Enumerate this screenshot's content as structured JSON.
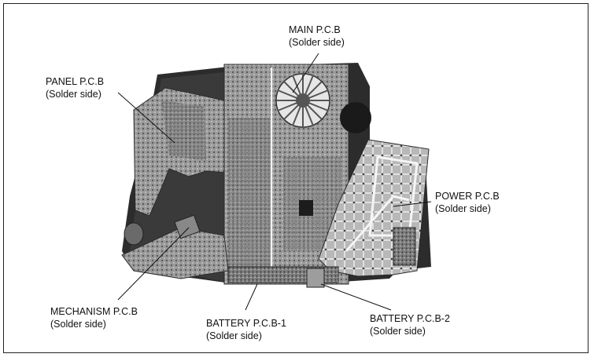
{
  "labels": {
    "main": {
      "name": "MAIN P.C.B",
      "side": "(Solder side)"
    },
    "panel": {
      "name": "PANEL P.C.B",
      "side": "(Solder side)"
    },
    "power": {
      "name": "POWER P.C.B",
      "side": "(Solder side)"
    },
    "mechanism": {
      "name": "MECHANISM P.C.B",
      "side": "(Solder side)"
    },
    "battery1": {
      "name": "BATTERY P.C.B-1",
      "side": "(Solder side)"
    },
    "battery2": {
      "name": "BATTERY P.C.B-2",
      "side": "(Solder side)"
    }
  }
}
